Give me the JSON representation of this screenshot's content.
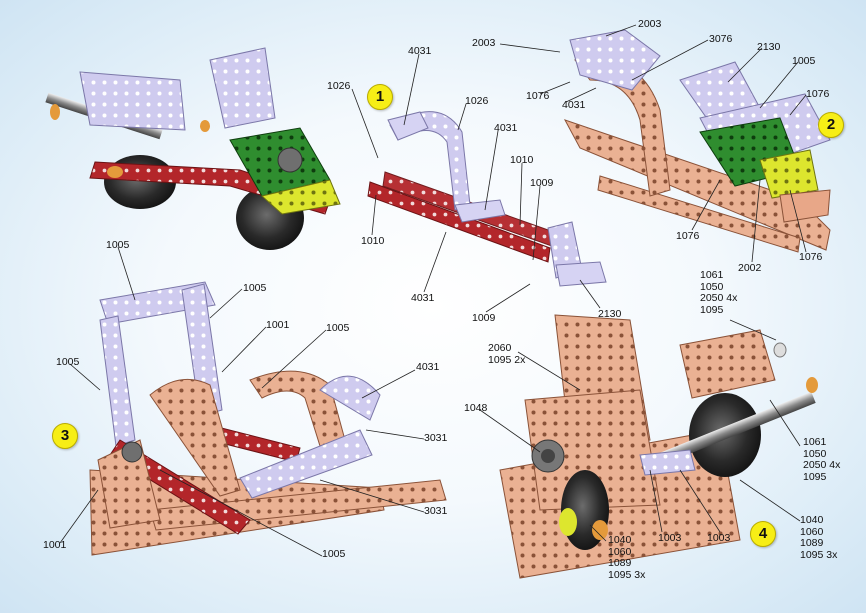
{
  "colors": {
    "background": "#dcecf7",
    "copper": "#e9a98a",
    "lavender": "#c9c6ec",
    "red": "#b3262a",
    "green": "#2f8d2f",
    "yellow": "#dde62e",
    "badge": "#f7ee16"
  },
  "steps": [
    {
      "number": "1"
    },
    {
      "number": "2"
    },
    {
      "number": "3"
    },
    {
      "number": "4"
    }
  ],
  "step1": {
    "labels": [
      "4031",
      "1026",
      "1026",
      "4031",
      "1010",
      "1009",
      "1010",
      "4031",
      "1009",
      "2130"
    ]
  },
  "step2": {
    "labels": [
      "2003",
      "2003",
      "3076",
      "2130",
      "1005",
      "1076",
      "4031",
      "1076",
      "1076",
      "2002",
      "1076"
    ]
  },
  "step3": {
    "labels": [
      "1005",
      "1005",
      "1001",
      "1005",
      "1005",
      "4031",
      "3031",
      "3031",
      "1001",
      "1005"
    ]
  },
  "step4": {
    "labels": [
      "1061\n1050\n2050 4x\n1095",
      "2060\n1095 2x",
      "1048",
      "1061\n1050\n2050 4x\n1095",
      "1003",
      "1003",
      "1040\n1060\n1089\n1095 3x",
      "1040\n1060\n1089\n1095 3x"
    ]
  }
}
